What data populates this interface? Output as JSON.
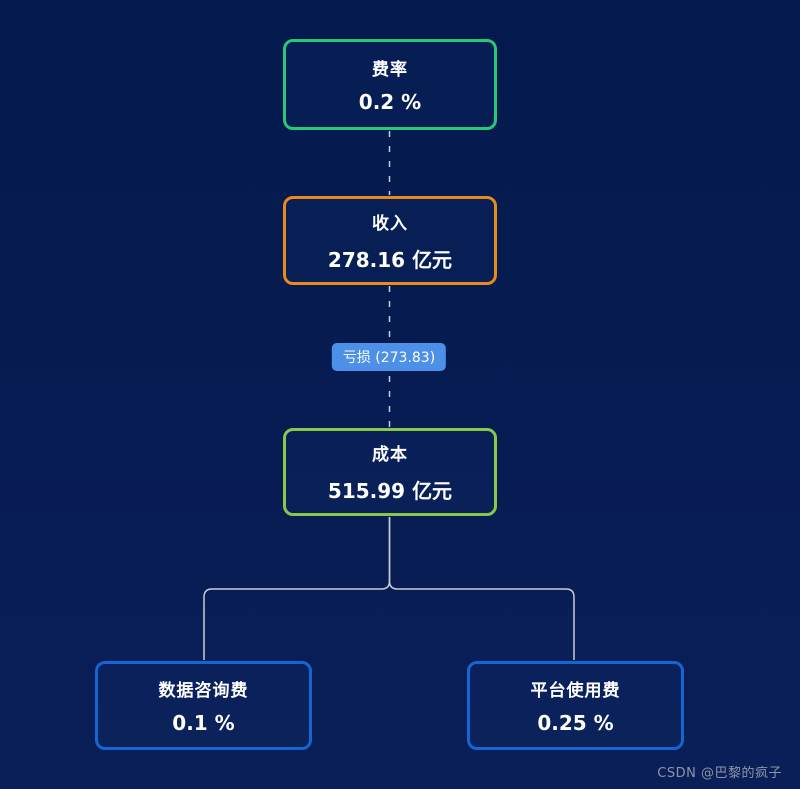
{
  "colors": {
    "background_top": "#041a4e",
    "background_bottom": "#0a1f58",
    "connector": "#c9ccd4",
    "text": "#ffffff",
    "watermark": "#8d95aa"
  },
  "nodes": [
    {
      "id": "rate",
      "label": "费率",
      "value": "0.2 %",
      "border_color": "#25c977"
    },
    {
      "id": "revenue",
      "label": "收入",
      "value": "278.16 亿元",
      "border_color": "#e88a1d"
    },
    {
      "id": "cost",
      "label": "成本",
      "value": "515.99 亿元",
      "border_color": "#8ac84c"
    },
    {
      "id": "data_fee",
      "label": "数据咨询费",
      "value": "0.1 %",
      "border_color": "#1565d2"
    },
    {
      "id": "platform_fee",
      "label": "平台使用费",
      "value": "0.25 %",
      "border_color": "#1565d2"
    }
  ],
  "edge_label": {
    "text": "亏损 (273.83)",
    "bg_color": "#4c90e8"
  },
  "watermark": "CSDN @巴黎的疯子"
}
